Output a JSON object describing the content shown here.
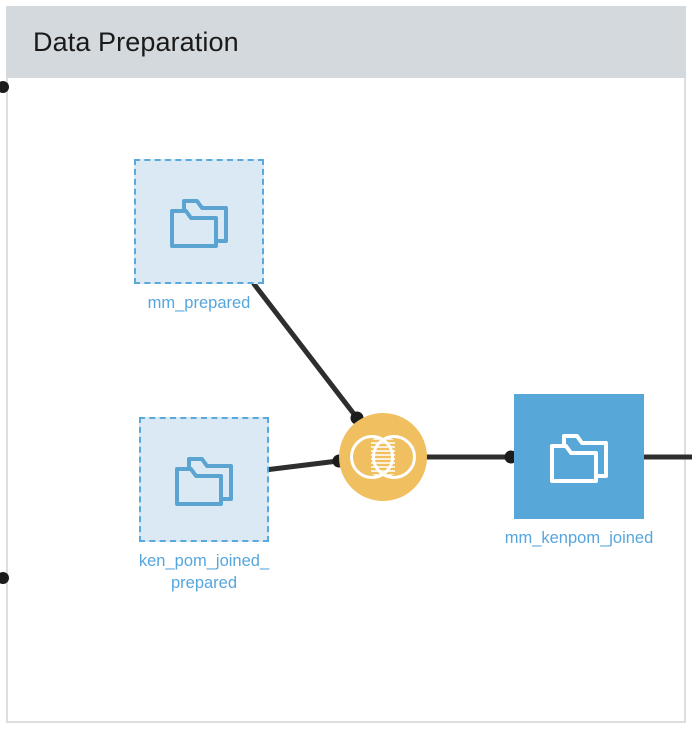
{
  "panel": {
    "header": {
      "title": "Data Preparation"
    }
  },
  "colors": {
    "header_band": "#d3d9dc",
    "panel_border": "#dcdfe1",
    "dataset_fill": "#dbe9f4",
    "dataset_border": "#5aa9dd",
    "dataset_icon": "#5ba3d0",
    "output_fill": "#57a8d9",
    "output_icon": "#ffffff",
    "join_fill": "#f0bf5f",
    "label_text": "#56a6dd",
    "edge": "#2e2e2e",
    "title_text": "#1a1a1a"
  },
  "nodes": [
    {
      "id": "mm-prepared",
      "label": "mm_prepared",
      "type": "dataset",
      "icon": "folders-icon",
      "style": "dashed"
    },
    {
      "id": "ken-pom-joined-prepared",
      "label": "ken_pom_joined_\nprepared",
      "type": "dataset",
      "icon": "folders-icon",
      "style": "dashed"
    },
    {
      "id": "join",
      "label": "",
      "type": "join",
      "icon": "venn-join-icon",
      "style": "circle"
    },
    {
      "id": "mm-kenpom-joined",
      "label": "mm_kenpom_joined",
      "type": "output-dataset",
      "icon": "folders-icon",
      "style": "solid"
    }
  ]
}
